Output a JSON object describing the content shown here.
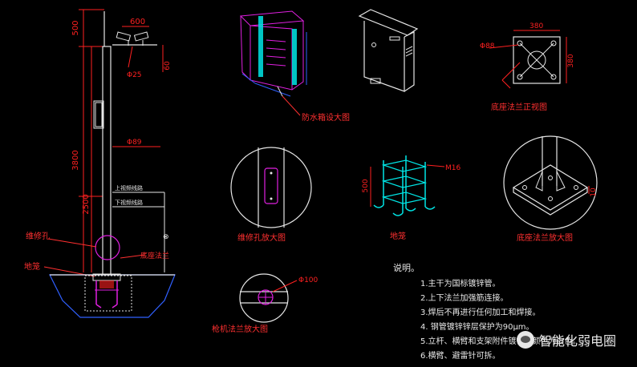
{
  "dims": {
    "d500": "500",
    "d3800": "3800",
    "d2500": "2500",
    "d600": "600",
    "d25": "Φ25",
    "d60": "60",
    "d89": "Φ89",
    "d380a": "380",
    "d380b": "380",
    "d88": "Φ88",
    "m16": "M16",
    "d500b": "500",
    "d100": "Φ100",
    "d10": "10"
  },
  "labels": {
    "upper_cable": "上视频线路",
    "lower_cable": "下视频线路",
    "repair_hole": "维修孔",
    "ground_cage": "地笼",
    "base_flange": "底座法兰",
    "box_detail": "防水箱设大图",
    "flange_front": "底座法兰正视图",
    "hole_detail": "维修孔放大图",
    "cage_title": "地笼",
    "flange_detail": "底座法兰放大图",
    "cam_flange_detail": "枪机法兰放大图"
  },
  "notes": {
    "title": "说明。",
    "items": [
      "1.主干为国标镀锌管。",
      "2.上下法兰加强筋连接。",
      "3.焊后不再进行任何加工和焊接。",
      "4. 钢管镀锌锌层保护为90μm。",
      "5.立杆、横臂和支架附件镀锌，颜色为白色。",
      "6.横臂、避雷针可拆。"
    ]
  },
  "watermark": "智能化弱电圈",
  "colors": {
    "dim_red": "#ff2020",
    "pole_white": "#e6e6e6",
    "cyan": "#00e6e6",
    "magenta": "#e020e0",
    "label_red": "#ff3030",
    "note_white": "#e8e8e8"
  }
}
